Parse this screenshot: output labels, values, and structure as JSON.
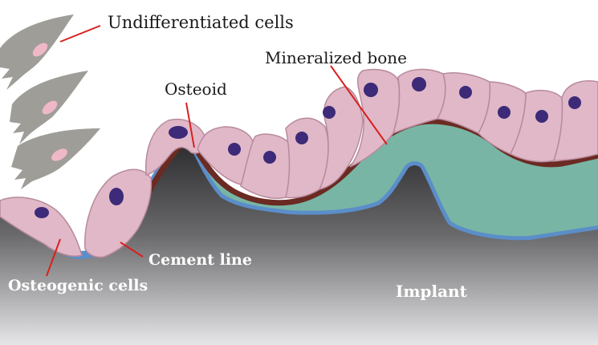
{
  "labels": {
    "undifferentiated": "Undifferentiated cells",
    "mineralized": "Mineralized bone",
    "osteoid": "Osteoid",
    "cement": "Cement line",
    "osteogenic": "Osteogenic cells",
    "implant": "Implant"
  },
  "colors": {
    "implant_top": "#2e2e30",
    "implant_bottom": "#e6e6e8",
    "cement_line": "#5b8ec9",
    "mineralized_bone": "#78b5a5",
    "osteoid": "#6b2a22",
    "cell_fill": "#e0b8c8",
    "cell_stroke": "#b88a9c",
    "nucleus": "#3d2a78",
    "undiff_cell": "#9e9d98",
    "undiff_nucleus": "#efb8c8",
    "leader_line": "#d8201e"
  },
  "icons": {
    "undifferentiated_cell": "spindle-shaped-cell",
    "osteoblast": "rounded-cell-with-nucleus"
  }
}
